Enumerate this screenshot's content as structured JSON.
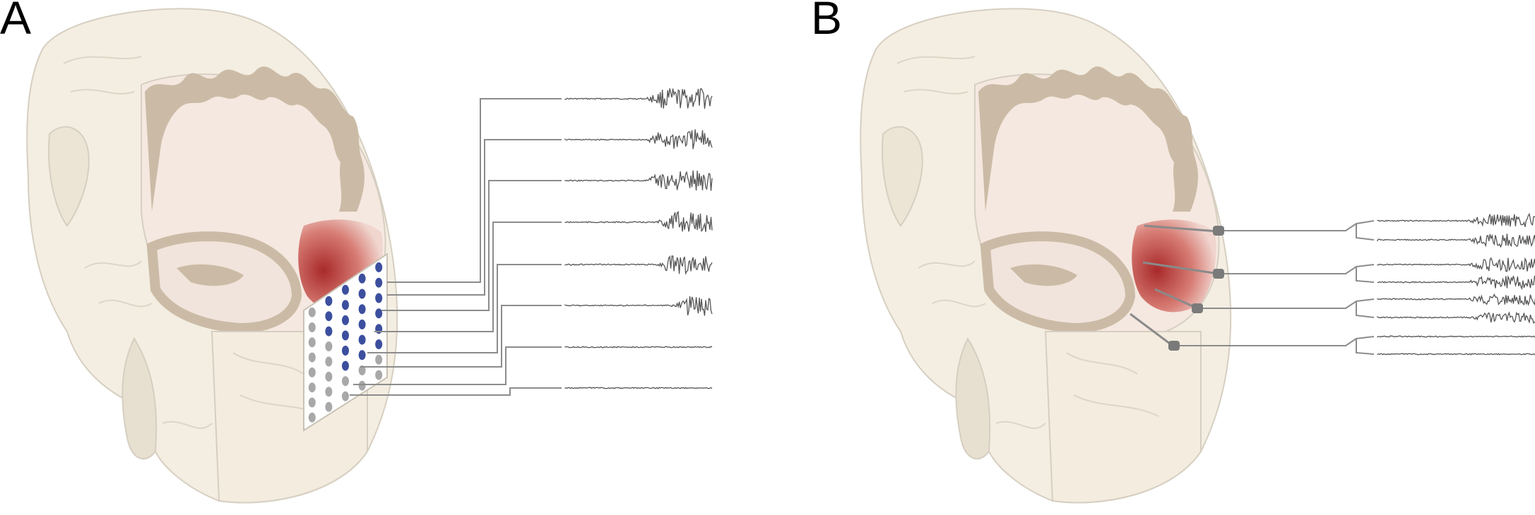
{
  "panels": [
    {
      "label": "A",
      "description_kind": "surface-grid"
    },
    {
      "label": "B",
      "description_kind": "depth-electrodes"
    }
  ],
  "colors": {
    "skull": "#f4eee2",
    "skull_outline": "#d6cfc1",
    "gray_matter": "#cbbba6",
    "white_matter": "#f5e8e0",
    "seizure_focus": "#b83a37",
    "grid_dot_active": "#3c4f9e",
    "grid_dot_inactive": "#a8a8a8",
    "wire": "#8c8c8c",
    "trace": "#555555"
  },
  "panel_a": {
    "grid_rows": 8,
    "grid_cols": 5,
    "channel_count": 8,
    "channel_onset_profile": [
      "early",
      "early",
      "early",
      "mid",
      "mid",
      "late",
      "none",
      "none"
    ]
  },
  "panel_b": {
    "electrode_count": 4,
    "channel_count": 8,
    "channel_activity": [
      "high",
      "high",
      "high",
      "high",
      "mid",
      "mid",
      "low",
      "low"
    ]
  }
}
